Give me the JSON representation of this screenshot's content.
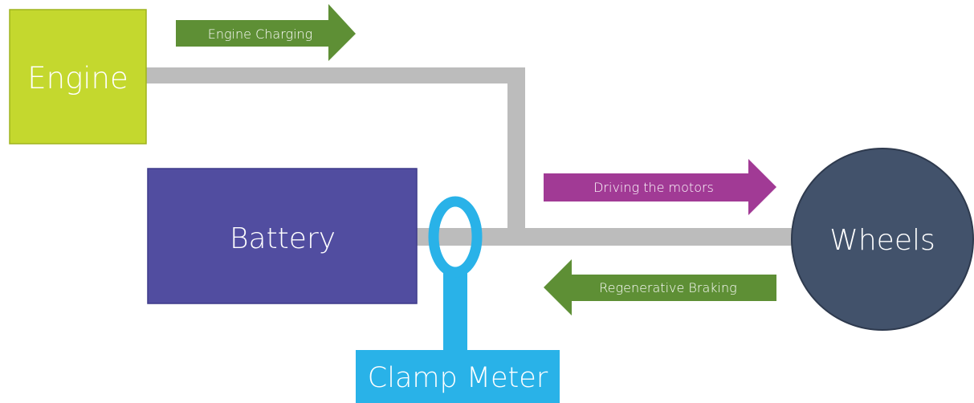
{
  "nodes": {
    "engine": {
      "label": "Engine",
      "color": "#c4d82e",
      "border": "#9fb41f"
    },
    "battery": {
      "label": "Battery",
      "color": "#514da0",
      "border": "#3f3b8a"
    },
    "wheels": {
      "label": "Wheels",
      "color": "#42526b",
      "border": "#2e3a4e"
    },
    "clamp_meter": {
      "label": "Clamp Meter",
      "color": "#29b2e8"
    }
  },
  "arrows": {
    "engine_charging": {
      "label": "Engine Charging",
      "color": "#5e8f35",
      "direction": "right"
    },
    "driving_motors": {
      "label": "Driving the motors",
      "color": "#a13a95",
      "direction": "right"
    },
    "regen_braking": {
      "label": "Regenerative Braking",
      "color": "#5e8f35",
      "direction": "left"
    }
  },
  "colors": {
    "wire": "#bcbcbc",
    "text_light": "#ffffff"
  }
}
